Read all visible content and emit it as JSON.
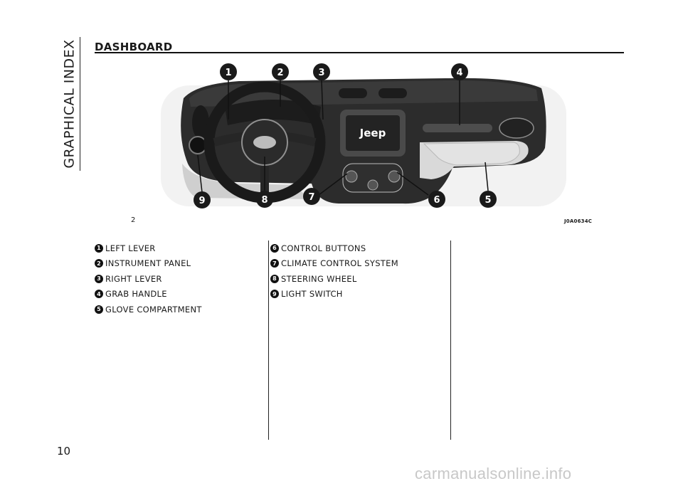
{
  "side_tab": {
    "label": "GRAPHICAL INDEX"
  },
  "section": {
    "title": "DASHBOARD"
  },
  "figure": {
    "number": "2",
    "code": "J0A0634C",
    "brand": "Jeep",
    "callouts": [
      "1",
      "2",
      "3",
      "4",
      "5",
      "6",
      "7",
      "8",
      "9"
    ]
  },
  "legend": {
    "left": [
      {
        "num": "1",
        "label": "LEFT LEVER"
      },
      {
        "num": "2",
        "label": "INSTRUMENT PANEL"
      },
      {
        "num": "3",
        "label": "RIGHT LEVER"
      },
      {
        "num": "4",
        "label": "GRAB HANDLE"
      },
      {
        "num": "5",
        "label": "GLOVE COMPARTMENT"
      }
    ],
    "right": [
      {
        "num": "6",
        "label": "CONTROL BUTTONS"
      },
      {
        "num": "7",
        "label": "CLIMATE CONTROL SYSTEM"
      },
      {
        "num": "8",
        "label": "STEERING WHEEL"
      },
      {
        "num": "9",
        "label": "LIGHT SWITCH"
      }
    ]
  },
  "page_number": "10",
  "watermark": "carmanualsonline.info"
}
